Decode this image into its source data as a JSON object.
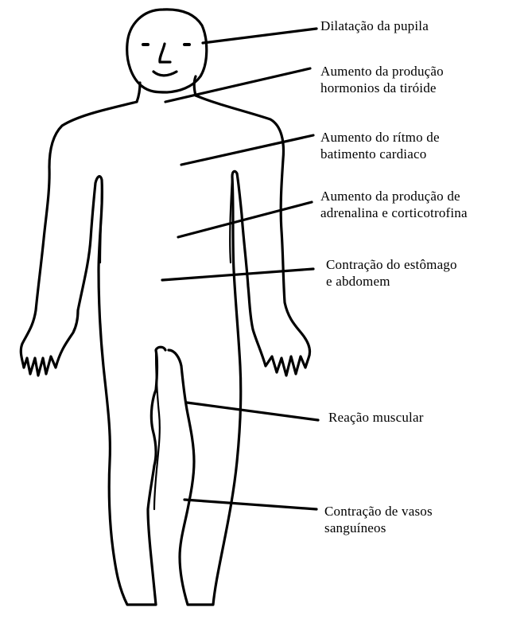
{
  "labels": [
    {
      "id": "pupil",
      "lines": [
        "Dilatação da pupila"
      ]
    },
    {
      "id": "thyroid",
      "lines": [
        "Aumento da produção",
        "hormonios da tiróide"
      ]
    },
    {
      "id": "heart",
      "lines": [
        "Aumento do rítmo de",
        "batimento cardiaco"
      ]
    },
    {
      "id": "adrenaline",
      "lines": [
        "Aumento da produção de",
        "adrenalina e corticotrofina"
      ]
    },
    {
      "id": "stomach",
      "lines": [
        "Contração do estômago",
        "e abdomem"
      ]
    },
    {
      "id": "muscle",
      "lines": [
        "Reação muscular"
      ]
    },
    {
      "id": "vessels",
      "lines": [
        "Contração de vasos",
        "sanguíneos"
      ]
    }
  ],
  "colors": {
    "ink": "#000000",
    "background": "#ffffff"
  }
}
